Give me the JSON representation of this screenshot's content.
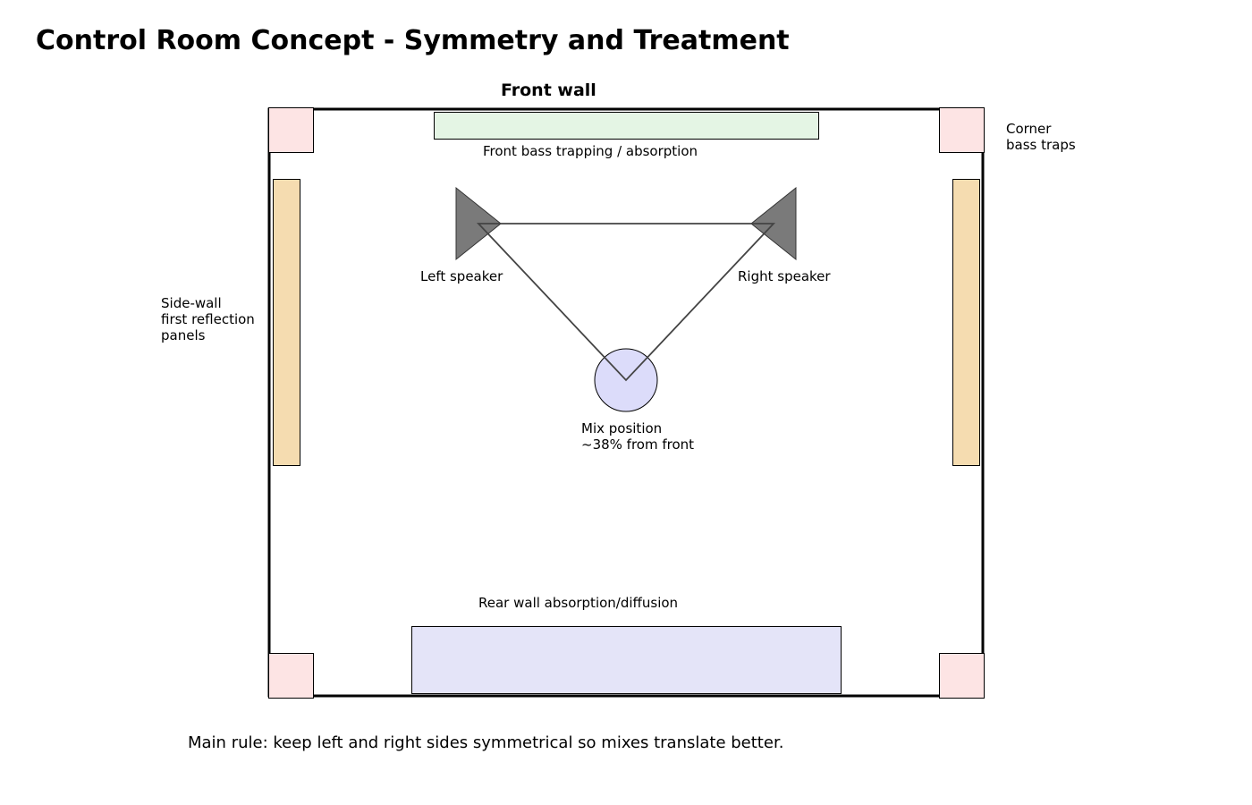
{
  "title": "Control Room Concept - Symmetry and Treatment",
  "room": {
    "front_wall_label": "Front wall",
    "front_trap_label": "Front bass trapping / absorption",
    "corner_traps_label": "Corner\nbass traps",
    "side_panels_label": "Side-wall\nfirst reflection\npanels",
    "left_speaker_label": "Left speaker",
    "right_speaker_label": "Right speaker",
    "mix_position_label": "Mix position\n~38% from front",
    "rear_treatment_label": "Rear wall absorption/diffusion"
  },
  "colors": {
    "corner_trap": "#fde4e4",
    "front_trap": "#e4f5e4",
    "side_panel": "#f5dcb0",
    "rear_panel": "#e4e4f8",
    "speaker": "#7a7a7a",
    "listener": "#dcdcfa"
  },
  "footer_note": "Main rule: keep left and right sides symmetrical so mixes translate better."
}
